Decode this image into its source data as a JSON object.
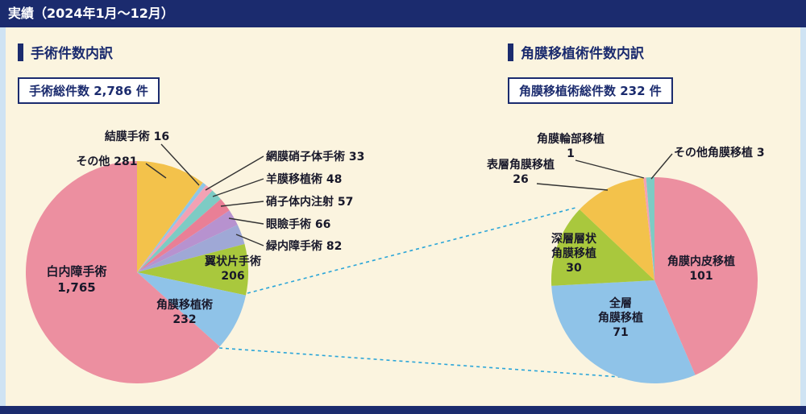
{
  "header": {
    "title": "実績（2024年1月～12月）"
  },
  "labels": {
    "left": {
      "ketsumaku": "結膜手術 16",
      "sonota": "その他 281",
      "moumaku": "網膜硝子体手術 33",
      "youmaku": "羊膜移植術 48",
      "chusha": "硝子体内注射 57",
      "ganken": "眼瞼手術 66",
      "ryokunaisho": "緑内障手術 82",
      "yokujohen": "翼状片手術\n206",
      "ishoku": "角膜移植術\n232",
      "hakunaisho": "白内障手術\n1,765"
    },
    "right": {
      "rinbu": "角膜輪部移植\n1",
      "hyoso": "表層角膜移植\n26",
      "sonota": "その他角膜移植 3",
      "shinso": "深層層状\n角膜移植\n30",
      "zenso": "全層\n角膜移植\n71",
      "naihi": "角膜内皮移植\n101"
    }
  },
  "chart_data": [
    {
      "type": "pie",
      "title": "手術件数内訳",
      "total_label": "手術総件数 2,786 件",
      "total": 2786,
      "start": "top",
      "direction": "clockwise",
      "slices": [
        {
          "label": "その他",
          "value": 281,
          "color": "#f3c24b"
        },
        {
          "label": "結膜手術",
          "value": 16,
          "color": "#8fc7e8"
        },
        {
          "label": "網膜硝子体手術",
          "value": 33,
          "color": "#f2a2b4"
        },
        {
          "label": "羊膜移植術",
          "value": 48,
          "color": "#7dcbc4"
        },
        {
          "label": "硝子体内注射",
          "value": 57,
          "color": "#e97f96"
        },
        {
          "label": "眼瞼手術",
          "value": 66,
          "color": "#b792cf"
        },
        {
          "label": "緑内障手術",
          "value": 82,
          "color": "#9fa8d6"
        },
        {
          "label": "翼状片手術",
          "value": 206,
          "color": "#a9c83d"
        },
        {
          "label": "角膜移植術",
          "value": 232,
          "color": "#8fc3e8"
        },
        {
          "label": "白内障手術",
          "value": 1765,
          "color": "#ec8fa0"
        }
      ]
    },
    {
      "type": "pie",
      "title": "角膜移植術件数内訳",
      "total_label": "角膜移植術総件数 232 件",
      "total": 232,
      "start": "top",
      "direction": "clockwise",
      "slices": [
        {
          "label": "角膜内皮移植",
          "value": 101,
          "color": "#ec8fa0"
        },
        {
          "label": "全層角膜移植",
          "value": 71,
          "color": "#8fc3e8"
        },
        {
          "label": "深層層状角膜移植",
          "value": 30,
          "color": "#a9c83d"
        },
        {
          "label": "表層角膜移植",
          "value": 26,
          "color": "#f3c24b"
        },
        {
          "label": "角膜輪部移植",
          "value": 1,
          "color": "#f2a2b4"
        },
        {
          "label": "その他角膜移植",
          "value": 3,
          "color": "#7dcbc4"
        }
      ]
    }
  ]
}
